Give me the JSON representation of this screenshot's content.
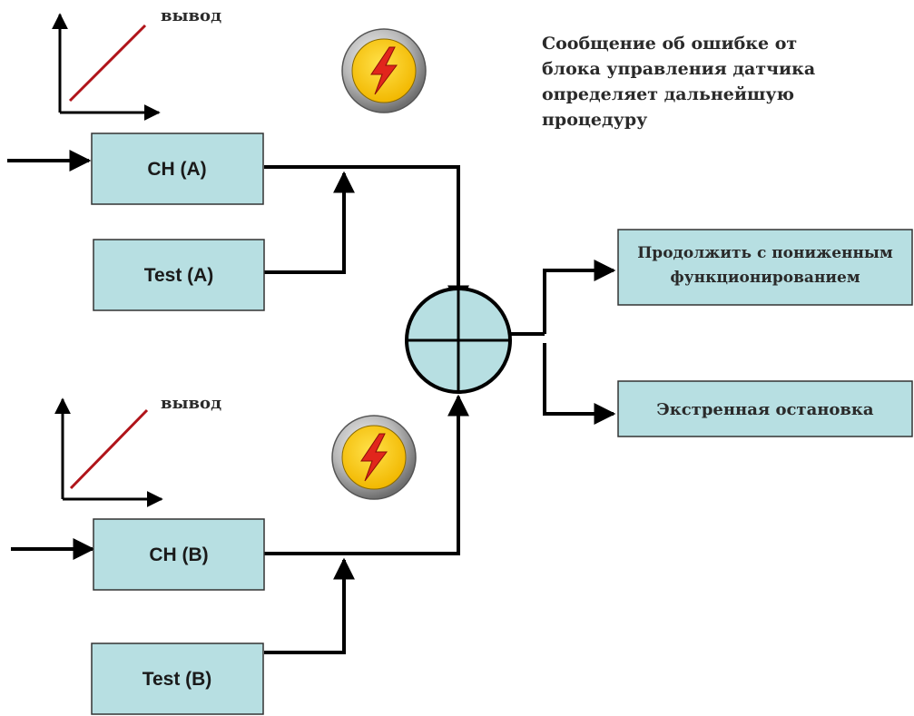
{
  "note": {
    "lines": [
      "Сообщение об ошибке от",
      "блока управления датчика",
      "определяет дальнейшую",
      "процедуру"
    ]
  },
  "graph_top": {
    "label": "вывод"
  },
  "graph_bottom": {
    "label": "вывод"
  },
  "blocks": {
    "ch_a": "CH (A)",
    "test_a": "Test (A)",
    "ch_b": "CH (B)",
    "test_b": "Test (B)"
  },
  "outputs": {
    "continue_line1": "Продолжить с пониженным",
    "continue_line2": "функционированием",
    "emergency": "Экстренная остановка"
  },
  "icons": {
    "fault_top": "lightning-bolt-icon",
    "fault_bottom": "lightning-bolt-icon"
  },
  "colors": {
    "box_fill": "#b7dfe2",
    "box_stroke": "#333333",
    "line": "#000000",
    "graph_line": "#b0141a",
    "icon_yellow": "#ffd200",
    "bolt_red": "#e1261c"
  }
}
